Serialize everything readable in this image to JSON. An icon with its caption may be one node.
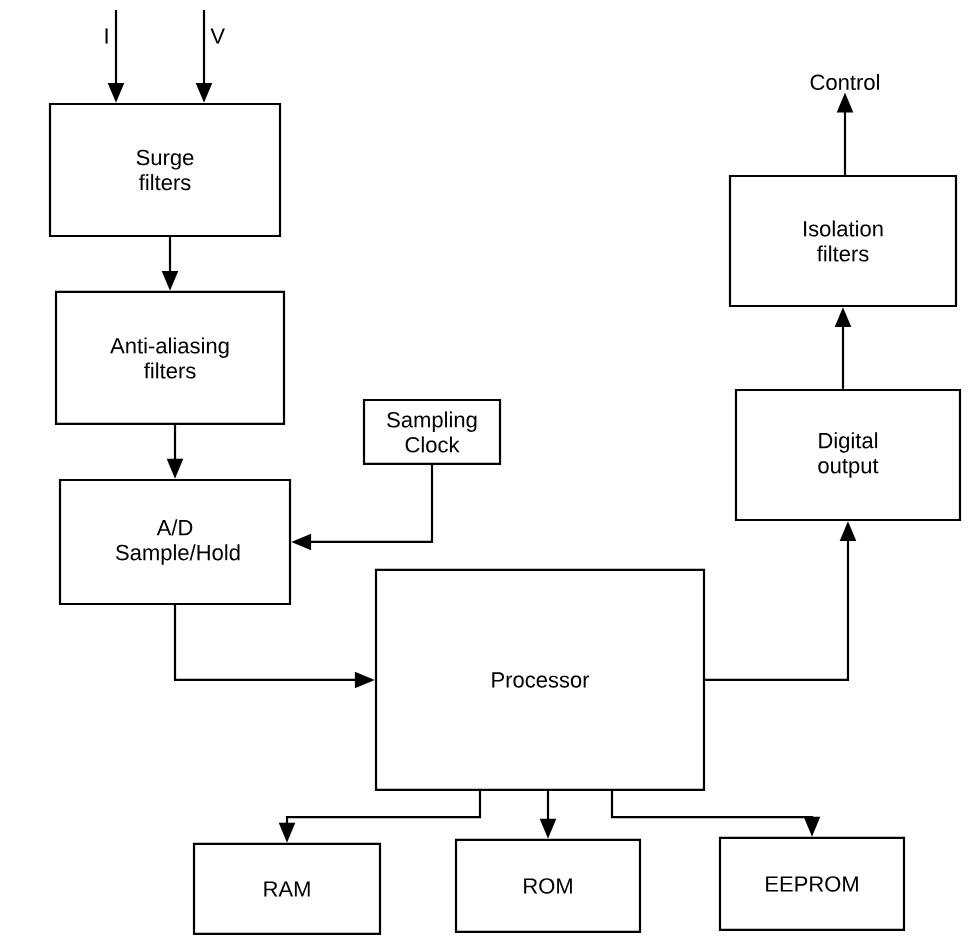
{
  "diagram": {
    "nodes": [
      {
        "text": [
          "Surge filters"
        ]
      },
      {
        "text": [
          "Anti-aliasing filters"
        ]
      },
      {
        "text": [
          "Sampling Clock"
        ]
      },
      {
        "text": [
          "A/D Sample/Hold"
        ]
      },
      {
        "text": [
          "Processor"
        ]
      },
      {
        "text": [
          "Digital output"
        ]
      },
      {
        "text": [
          "Isolation filters"
        ]
      },
      {
        "text": [
          "Control"
        ]
      },
      {
        "text": [
          "RAM"
        ]
      },
      {
        "text": [
          "ROM"
        ]
      },
      {
        "text": [
          "EEPROM"
        ]
      }
    ],
    "edges": [
      {
        "from": null,
        "to": 0,
        "arrow": "to",
        "label": "I"
      },
      {
        "from": null,
        "to": 0,
        "arrow": "to",
        "label": "V"
      },
      {
        "from": 0,
        "to": 1,
        "arrow": "to"
      },
      {
        "from": 1,
        "to": 3,
        "arrow": "to"
      },
      {
        "from": 2,
        "to": 3,
        "arrow": "to"
      },
      {
        "from": 3,
        "to": 4,
        "arrow": "to"
      },
      {
        "from": 4,
        "to": 5,
        "arrow": "to"
      },
      {
        "from": 5,
        "to": 6,
        "arrow": "to"
      },
      {
        "from": 6,
        "to": 7,
        "arrow": "to"
      },
      {
        "from": 4,
        "to": 8,
        "arrow": "to"
      },
      {
        "from": 4,
        "to": 9,
        "arrow": "to"
      },
      {
        "from": 4,
        "to": 10,
        "arrow": "to"
      }
    ]
  }
}
